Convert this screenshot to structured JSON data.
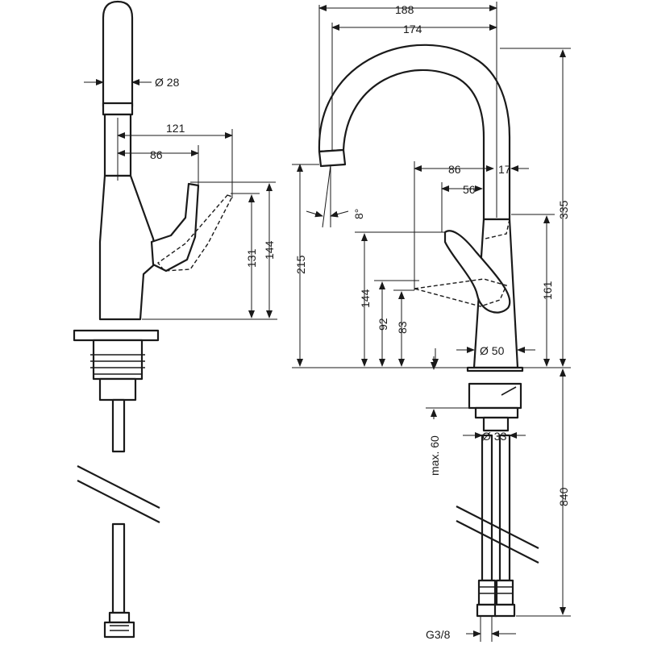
{
  "dimensions": {
    "d_28": "Ø 28",
    "d_121": "121",
    "d_86_side": "86",
    "d_131": "131",
    "d_144_side": "144",
    "d_188": "188",
    "d_174": "174",
    "d_86_front": "86",
    "d_17": "17",
    "d_56": "56",
    "d_8deg": "8°",
    "d_215": "215",
    "d_335": "335",
    "d_144_front": "144",
    "d_92": "92",
    "d_83": "83",
    "d_161": "161",
    "d_50": "Ø 50",
    "d_max60": "max. 60",
    "d_33": "Ø 33",
    "d_840": "840",
    "d_g38": "G3/8"
  }
}
